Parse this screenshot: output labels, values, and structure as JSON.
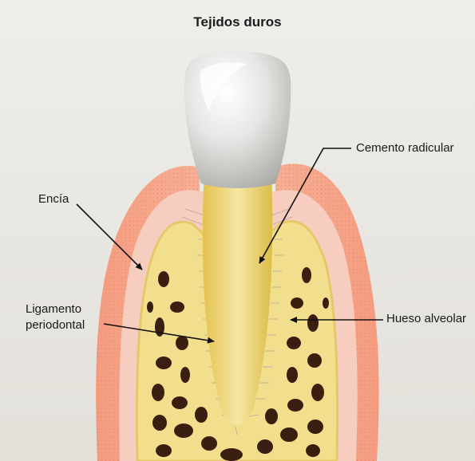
{
  "title": "Tejidos duros",
  "labels": {
    "encia": "Encía",
    "cemento": "Cemento radicular",
    "ligamento_line1": "Ligamento",
    "ligamento_line2": "periodontal",
    "hueso": "Hueso alveolar"
  },
  "colors": {
    "gum": "#f2a286",
    "bone": "#f0dc8a",
    "root": "#e9cd5e",
    "crown": "#d9d9d8",
    "marrow": "#3a1f10"
  }
}
